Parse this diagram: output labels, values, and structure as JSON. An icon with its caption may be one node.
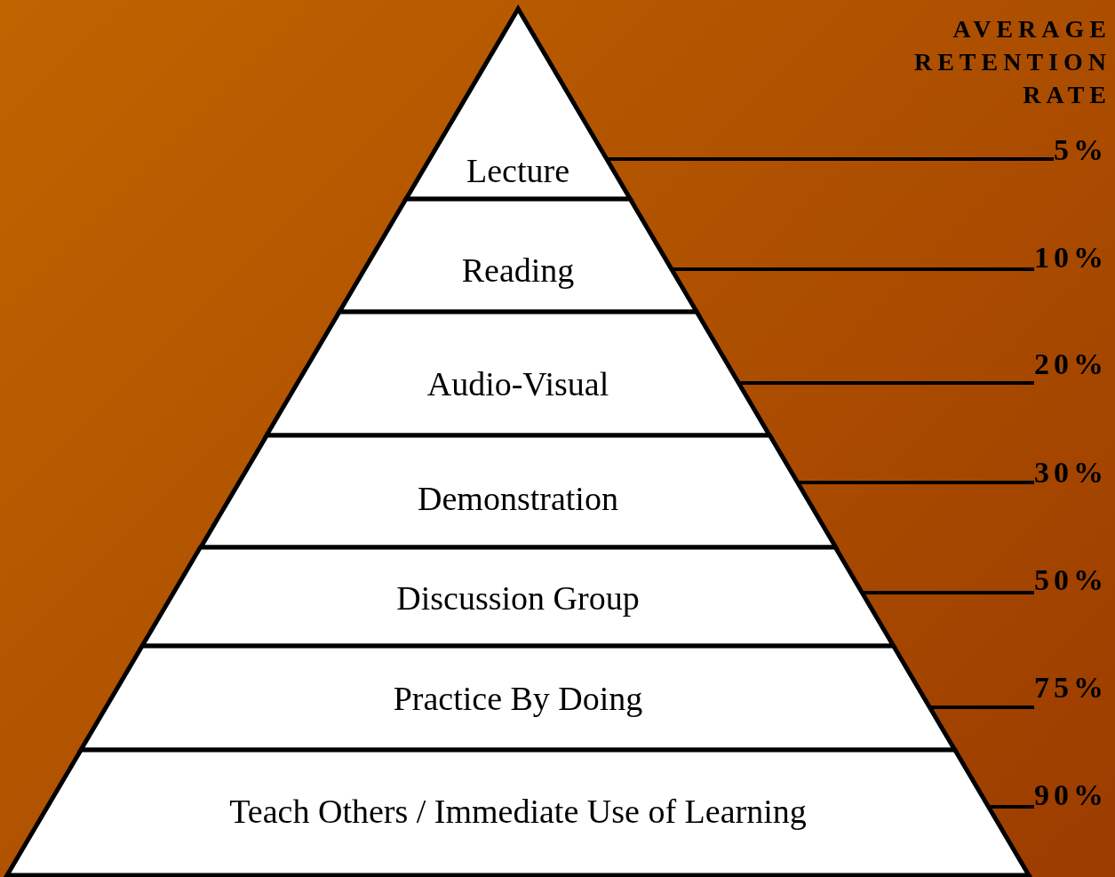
{
  "diagram": {
    "nodes": [
      {
        "text": [
          "Lecture"
        ]
      },
      {
        "text": [
          "Reading"
        ]
      },
      {
        "text": [
          "Audio-Visual"
        ]
      },
      {
        "text": [
          "Demonstration"
        ]
      },
      {
        "text": [
          "Discussion Group"
        ]
      },
      {
        "text": [
          "Practice By Doing"
        ]
      },
      {
        "text": [
          "Teach Others / Immediate Use of Learning"
        ]
      },
      {
        "text": [
          "5%"
        ]
      },
      {
        "text": [
          "10%"
        ]
      },
      {
        "text": [
          "20%"
        ]
      },
      {
        "text": [
          "30%"
        ]
      },
      {
        "text": [
          "50%"
        ]
      },
      {
        "text": [
          "75%"
        ]
      },
      {
        "text": [
          "90%"
        ]
      }
    ],
    "edges": [
      {
        "from": 7,
        "to": 0,
        "arrow": "none"
      },
      {
        "from": 8,
        "to": 1,
        "arrow": "none"
      },
      {
        "from": 9,
        "to": 2,
        "arrow": "none"
      },
      {
        "from": 10,
        "to": 3,
        "arrow": "none"
      },
      {
        "from": 11,
        "to": 4,
        "arrow": "none"
      },
      {
        "from": 12,
        "to": 5,
        "arrow": "none"
      },
      {
        "from": 13,
        "to": 6,
        "arrow": "none"
      }
    ],
    "labels": [
      "AVERAGE RETENTION RATE"
    ]
  }
}
